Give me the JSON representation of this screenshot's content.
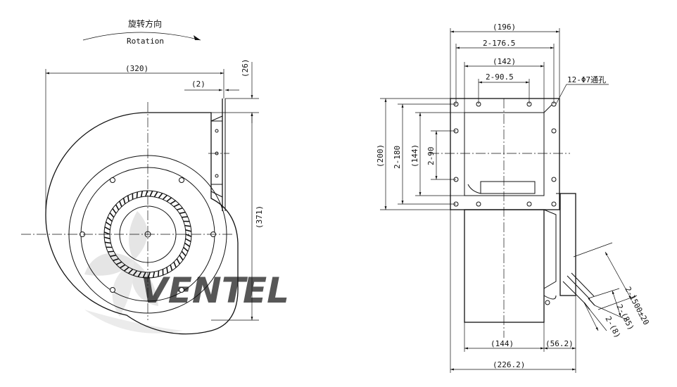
{
  "rotation": {
    "label_cn": "旋转方向",
    "label_en": "Rotation"
  },
  "left_view": {
    "dim_width": "(320)",
    "dim_gap": "(2)",
    "dim_flange_top": "(26)",
    "dim_height": "(371)"
  },
  "right_view": {
    "dim_overall_top": "(196)",
    "dim_hole_outer": "2-176.5",
    "dim_inner_width": "(142)",
    "dim_hole_inner": "2-90.5",
    "hole_callout": "12-Φ7通孔",
    "dim_flange_height": "(200)",
    "dim_hole_vertical_outer": "2-180",
    "dim_inner_height": "(144)",
    "dim_hole_vertical_inner": "2-90",
    "dim_body_width": "(144)",
    "dim_motor_depth": "(56.2)",
    "dim_overall_depth": "(226.2)",
    "cable_length": "2-1500±20",
    "cable_strip": "2-(85)",
    "cable_end": "2-(8)"
  },
  "watermark": {
    "text_main": "VENT",
    "text_accent": "EL",
    "accent_color": "#8fb6d8",
    "main_color": "#c9c9c9"
  }
}
